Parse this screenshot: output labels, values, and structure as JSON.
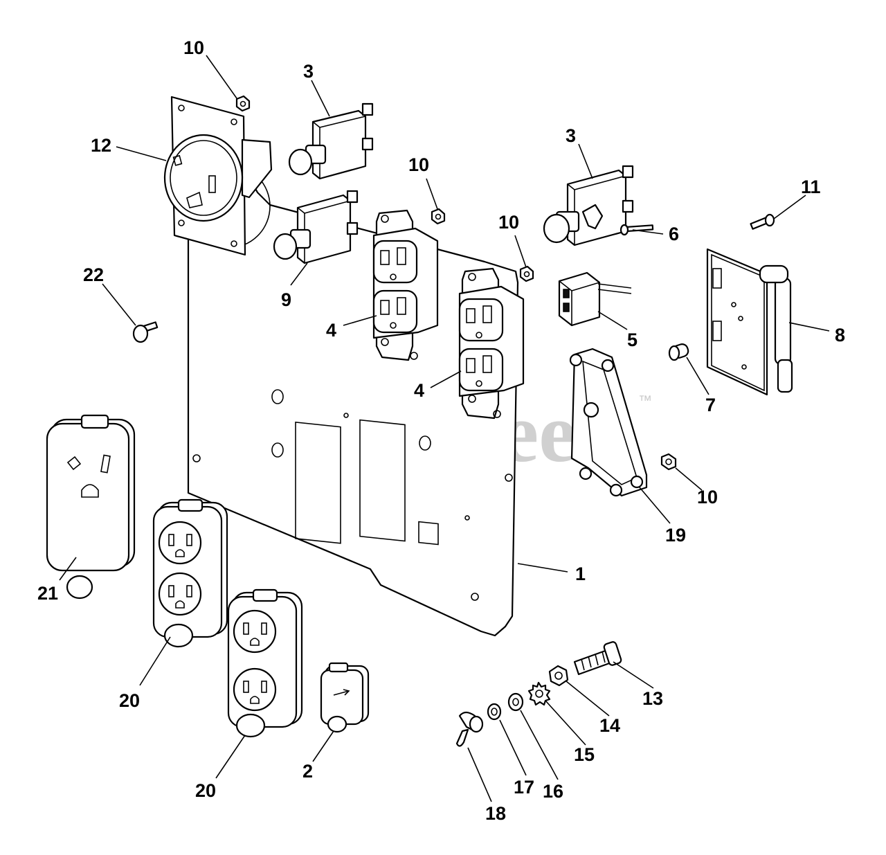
{
  "watermark": {
    "text": "PartsTree",
    "trademark": "™"
  },
  "callouts": {
    "c1": "1",
    "c2": "2",
    "c3a": "3",
    "c3b": "3",
    "c4a": "4",
    "c4b": "4",
    "c5": "5",
    "c6": "6",
    "c7": "7",
    "c8": "8",
    "c9": "9",
    "c10a": "10",
    "c10b": "10",
    "c10c": "10",
    "c10d": "10",
    "c11": "11",
    "c12": "12",
    "c13": "13",
    "c14": "14",
    "c15": "15",
    "c16": "16",
    "c17": "17",
    "c18": "18",
    "c19": "19",
    "c20a": "20",
    "c20b": "20",
    "c21": "21",
    "c22": "22"
  }
}
